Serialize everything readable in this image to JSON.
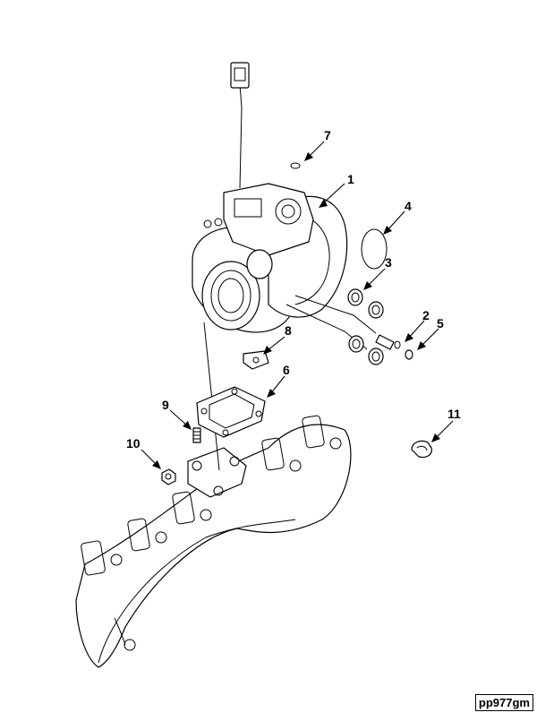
{
  "callouts": [
    {
      "id": "1",
      "label": "1"
    },
    {
      "id": "2",
      "label": "2"
    },
    {
      "id": "3",
      "label": "3"
    },
    {
      "id": "4",
      "label": "4"
    },
    {
      "id": "5",
      "label": "5"
    },
    {
      "id": "6",
      "label": "6"
    },
    {
      "id": "7",
      "label": "7"
    },
    {
      "id": "8",
      "label": "8"
    },
    {
      "id": "9",
      "label": "9"
    },
    {
      "id": "10",
      "label": "10"
    },
    {
      "id": "11",
      "label": "11"
    }
  ],
  "figure_id": "pp977gm"
}
